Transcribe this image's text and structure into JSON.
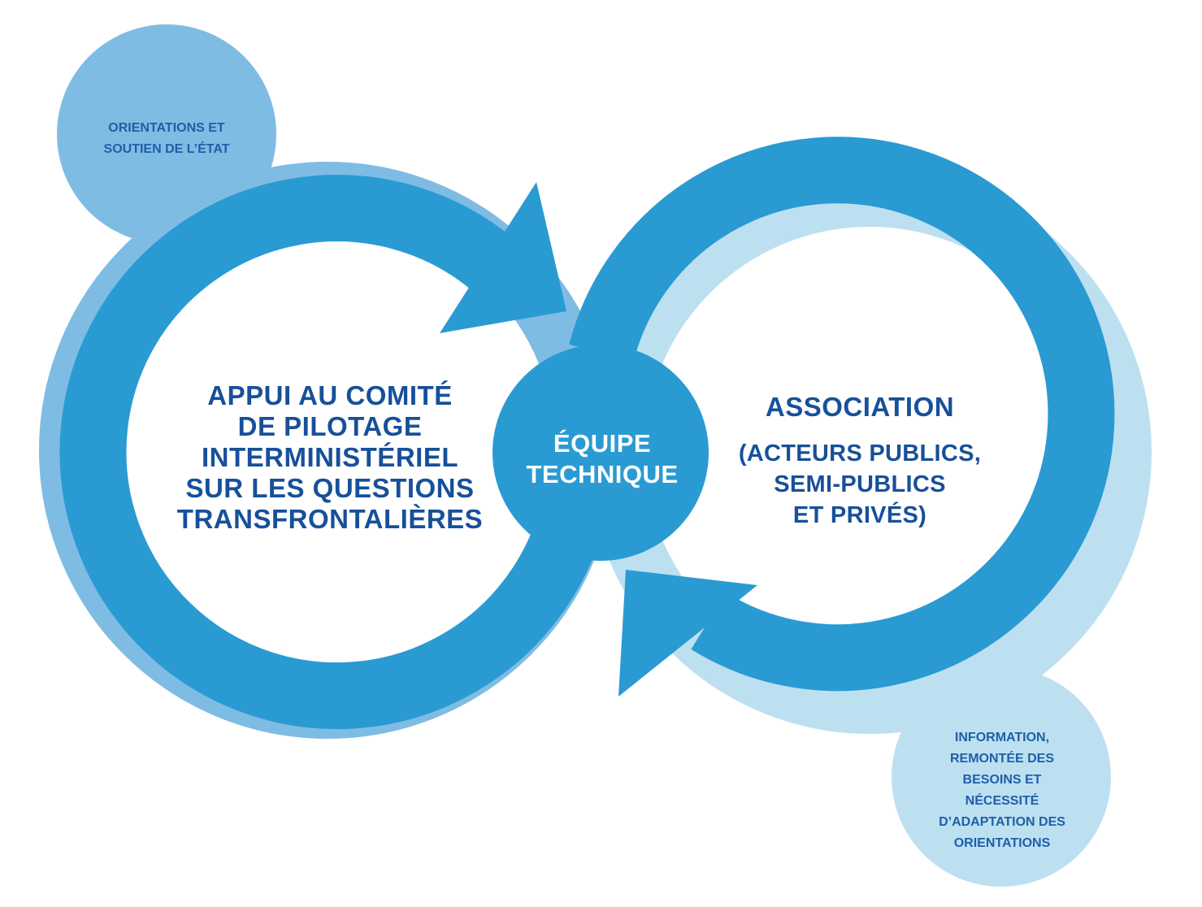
{
  "colors": {
    "ring_main": "#2a9ad3",
    "ring_shadow_left": "#7fbce3",
    "ring_shadow_right": "#bde0f1",
    "bubble_top_left": "#7fbce3",
    "bubble_bottom_right": "#bde0f1",
    "text_dark_blue": "#17509a",
    "text_white": "#ffffff"
  },
  "bubble_top_left": {
    "lines": [
      "ORIENTATIONS ET",
      "SOUTIEN DE L’ÉTAT"
    ]
  },
  "left_cycle": {
    "lines": [
      "APPUI AU COMITÉ",
      "DE PILOTAGE",
      "INTERMINISTÉRIEL",
      "SUR LES QUESTIONS",
      "TRANSFRONTALIÈRES"
    ]
  },
  "center_node": {
    "lines": [
      "ÉQUIPE",
      "TECHNIQUE"
    ]
  },
  "right_cycle": {
    "title": "ASSOCIATION",
    "lines": [
      "(ACTEURS PUBLICS,",
      "SEMI-PUBLICS",
      "ET PRIVÉS)"
    ]
  },
  "bubble_bottom_right": {
    "lines": [
      "INFORMATION,",
      "REMONTÉE DES",
      "BESOINS ET",
      "NÉCESSITÉ",
      "D’ADAPTATION DES",
      "ORIENTATIONS"
    ]
  }
}
